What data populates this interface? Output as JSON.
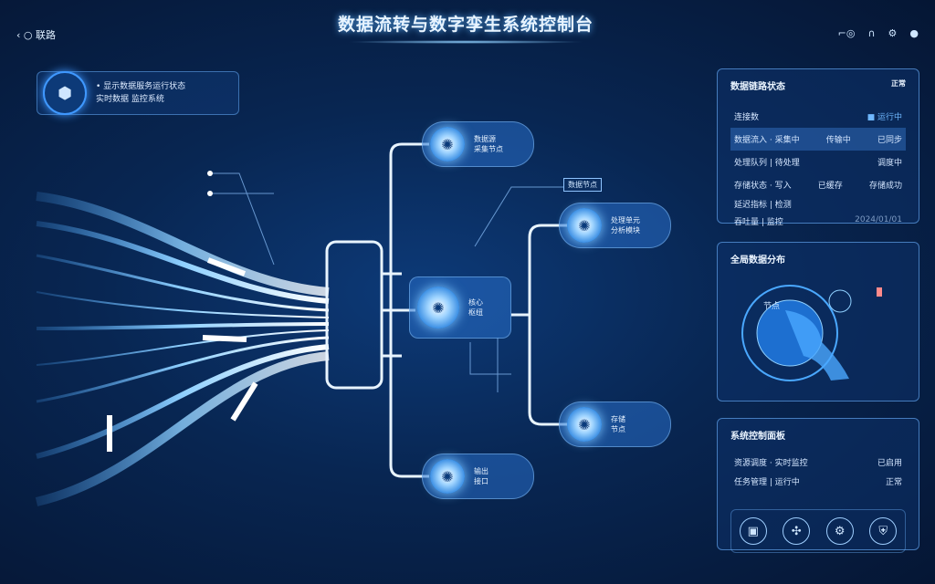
{
  "header": {
    "title": "数据流转与数字孪生系统控制台",
    "left_label": "联路",
    "back_icon": "chevron-left-icon",
    "right_icons": [
      "glasses-icon",
      "headset-icon",
      "settings-icon",
      "power-icon"
    ]
  },
  "info_card": {
    "icon": "cube-icon",
    "line1": "• 显示数据服务运行状态",
    "line2": "实时数据 监控系统"
  },
  "nodes": [
    {
      "label1": "数据源",
      "label2": "采集节点"
    },
    {
      "label1": "处理单元",
      "label2": "分析模块"
    },
    {
      "label1": "核心",
      "label2": "枢纽"
    },
    {
      "label1": "存储",
      "label2": "节点"
    },
    {
      "label1": "输出",
      "label2": "接口"
    }
  ],
  "float_label": "数据节点",
  "panel1": {
    "title": "数据链路状态",
    "badge": "正常",
    "rows": [
      {
        "a": "连接数",
        "b": "",
        "c": "■ 运行中"
      },
      {
        "a": "数据流入 · 采集中",
        "b": "传输中",
        "c": "已同步"
      },
      {
        "a": "处理队列 | 待处理",
        "b": "调度中",
        "c": ""
      },
      {
        "a": "存储状态 · 写入",
        "b": "已缓存",
        "c": "存储成功"
      },
      {
        "a": "延迟指标 | 检测",
        "b": "",
        "c": ""
      },
      {
        "a": "吞吐量 | 监控",
        "b": "",
        "c": "2024/01/01"
      }
    ]
  },
  "panel2": {
    "title": "全局数据分布",
    "label": "节点"
  },
  "panel3": {
    "title": "系统控制面板",
    "rows": [
      {
        "a": "资源调度 · 实时监控",
        "b": "已启用"
      },
      {
        "a": "任务管理 | 运行中",
        "b": "正常"
      }
    ],
    "buttons": [
      "monitor-icon",
      "network-icon",
      "gear-icon",
      "shield-icon"
    ]
  }
}
